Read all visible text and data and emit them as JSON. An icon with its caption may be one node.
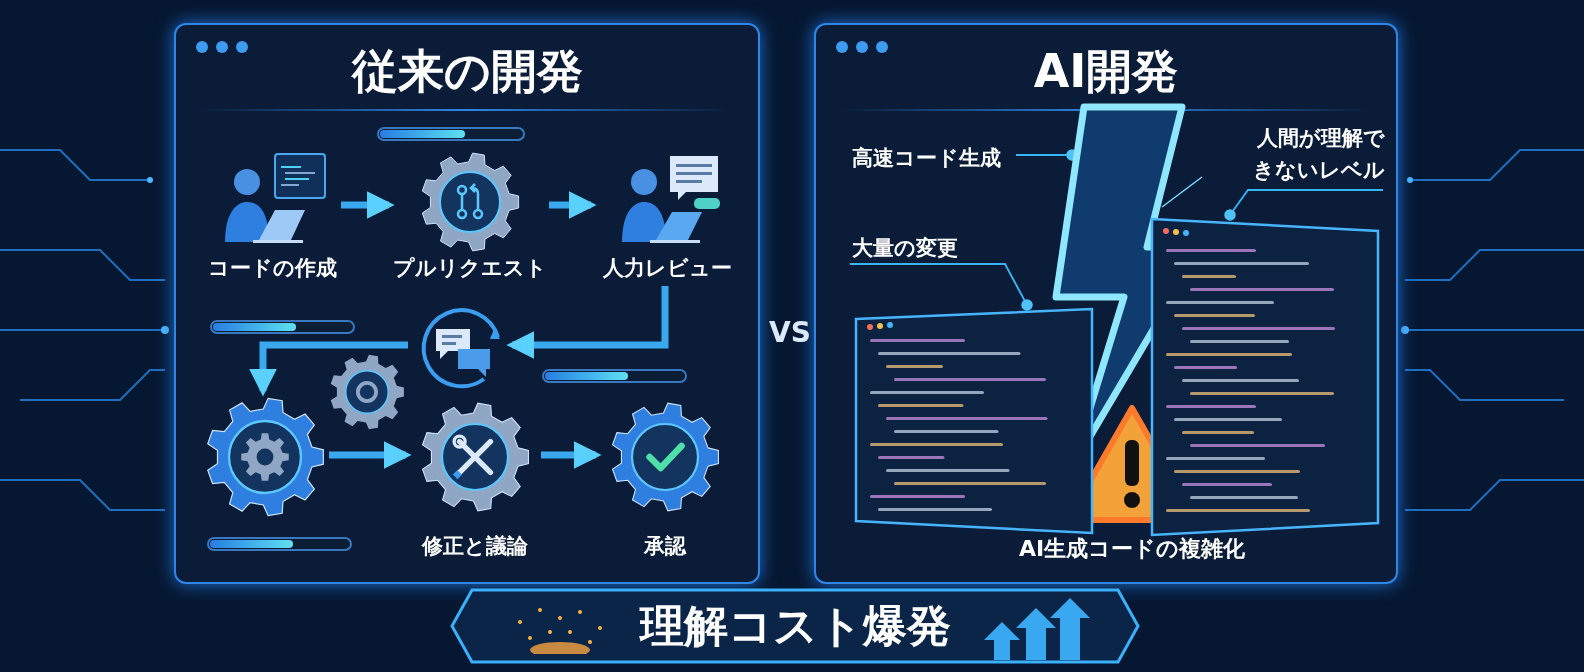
{
  "diagram": {
    "nodes": [
      {
        "text": [
          "従来の開発"
        ]
      },
      {
        "text": [
          "コードの作成"
        ],
        "in": 0
      },
      {
        "text": [
          "プルリクエスト"
        ],
        "in": 0
      },
      {
        "text": [
          "人力レビュー"
        ],
        "in": 0
      },
      {
        "text": [],
        "shape": "picture",
        "in": 0
      },
      {
        "text": [],
        "shape": "picture",
        "in": 0
      },
      {
        "text": [
          "修正と議論"
        ],
        "in": 0
      },
      {
        "text": [
          "承認"
        ],
        "in": 0
      },
      {
        "text": [
          "AI開発"
        ]
      },
      {
        "text": [
          "高速コード生成"
        ],
        "in": 8
      },
      {
        "text": [
          "人間が理解できないレベル"
        ],
        "in": 8
      },
      {
        "text": [],
        "shape": "picture",
        "in": 8
      },
      {
        "text": [
          "大量の変更"
        ],
        "in": 8
      },
      {
        "text": [],
        "shape": "picture",
        "in": 8
      },
      {
        "text": [],
        "shape": "picture",
        "in": 8
      },
      {
        "text": [
          "理解コスト爆発"
        ]
      }
    ],
    "edges": [
      {
        "from": 1,
        "to": 2,
        "arrow": "to"
      },
      {
        "from": 2,
        "to": 3,
        "arrow": "to"
      },
      {
        "from": 3,
        "to": 4,
        "arrow": "to"
      },
      {
        "from": 4,
        "to": 5,
        "arrow": "to"
      },
      {
        "from": 5,
        "to": 6,
        "arrow": "to"
      },
      {
        "from": 6,
        "to": 7,
        "arrow": "to"
      },
      {
        "from": 9,
        "to": 11,
        "arrow": "other"
      },
      {
        "from": 12,
        "to": 13,
        "arrow": "other"
      },
      {
        "from": 10,
        "to": 14,
        "arrow": "other"
      }
    ],
    "labels": [
      "VS",
      "AI生成コードの複雑化"
    ]
  }
}
